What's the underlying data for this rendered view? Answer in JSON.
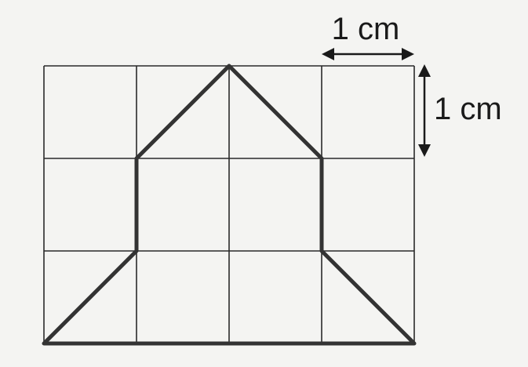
{
  "scale": {
    "horizontal_label": "1 cm",
    "vertical_label": "1 cm"
  },
  "grid": {
    "columns": 4,
    "rows": 3,
    "cell_size_cm": 1
  },
  "shape": {
    "vertices_in_grid_units": [
      [
        0,
        3
      ],
      [
        1,
        2
      ],
      [
        1,
        1
      ],
      [
        2,
        0
      ],
      [
        3,
        1
      ],
      [
        3,
        2
      ],
      [
        4,
        3
      ]
    ]
  }
}
